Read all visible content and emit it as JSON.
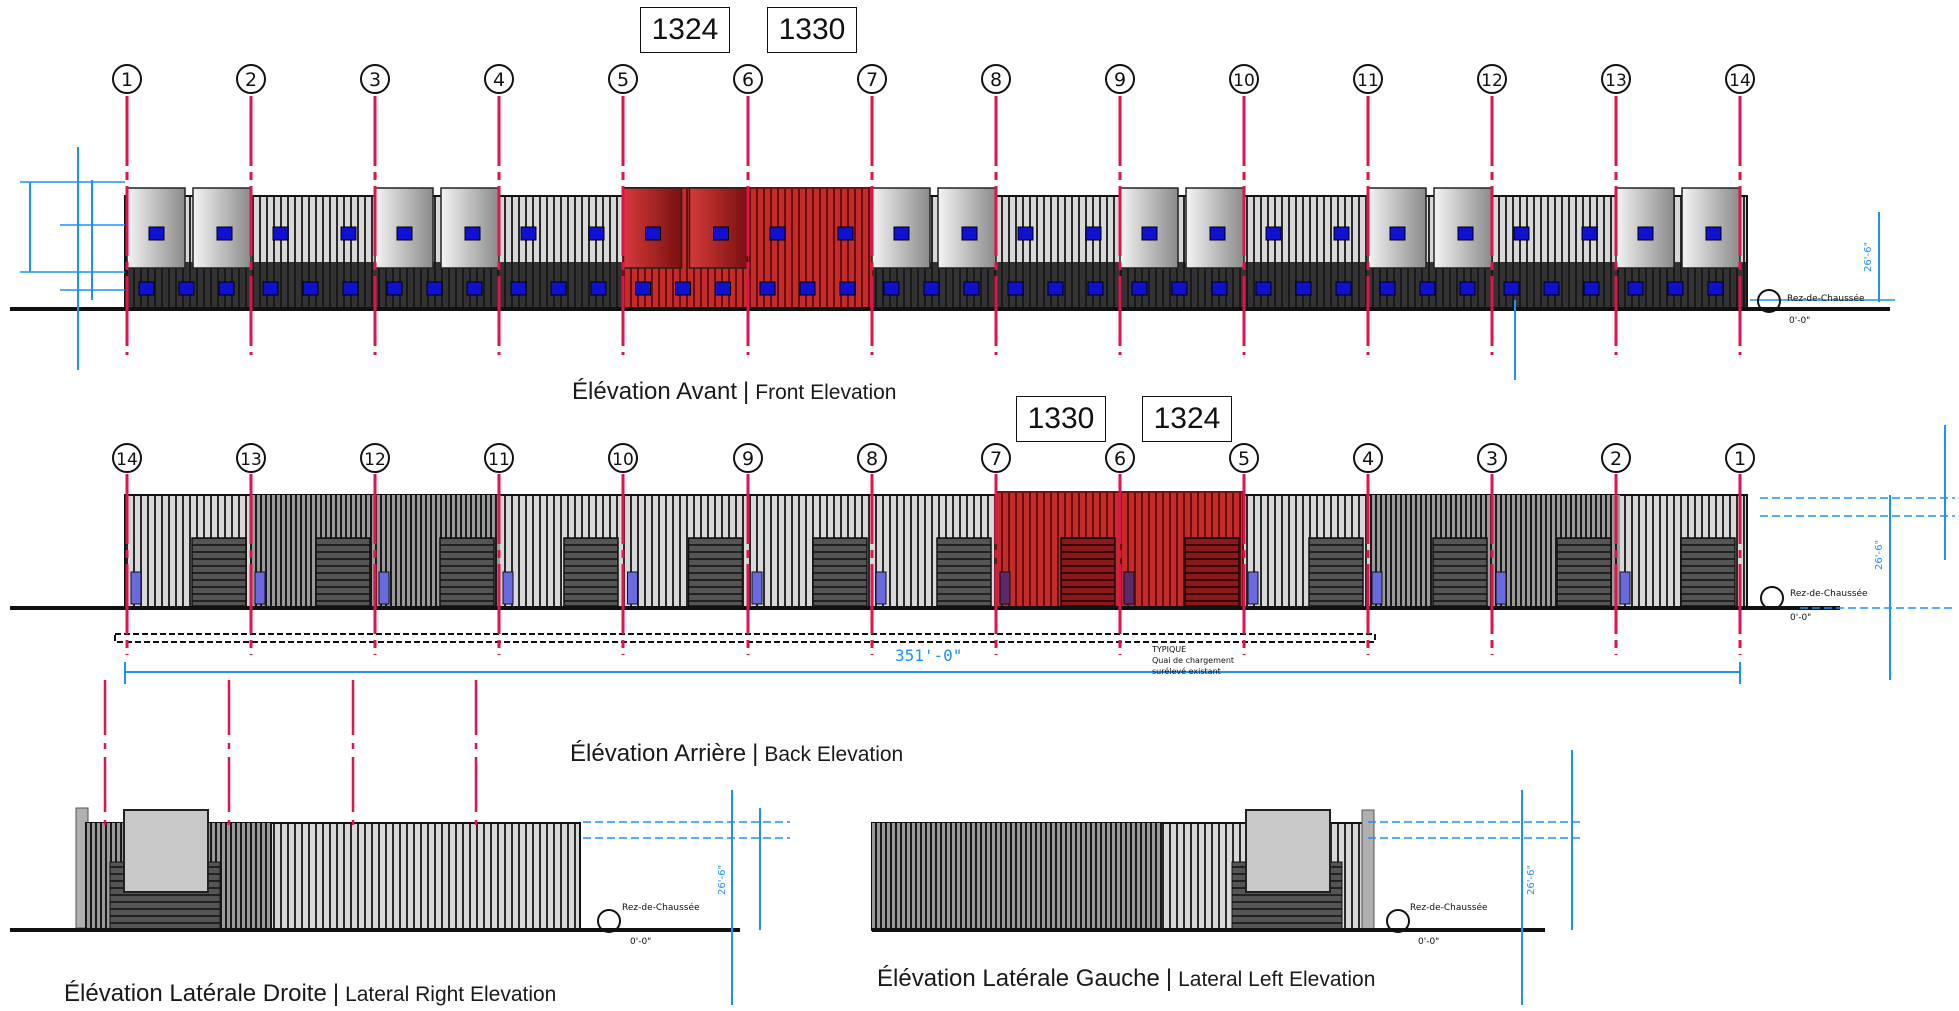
{
  "colors": {
    "grid_line": "#e0144a",
    "dimension": "#1e90ff",
    "highlight_unit": "#b31b1b",
    "window": "#1010d0",
    "outline": "#111111"
  },
  "front": {
    "caption_fr": "Élévation Avant",
    "caption_sep": "|",
    "caption_en": "Front Elevation",
    "unit_tags": [
      "1324",
      "1330"
    ],
    "grid_labels": [
      "1",
      "2",
      "3",
      "4",
      "5",
      "6",
      "7",
      "8",
      "9",
      "10",
      "11",
      "12",
      "13",
      "14"
    ],
    "dim_height": "26'-6\"",
    "ground_note": "Rez-de-Chaussée",
    "ground_elev": "0'-0\""
  },
  "back": {
    "caption_fr": "Élévation Arrière",
    "caption_sep": "|",
    "caption_en": "Back Elevation",
    "unit_tags": [
      "1330",
      "1324"
    ],
    "grid_labels": [
      "14",
      "13",
      "12",
      "11",
      "10",
      "9",
      "8",
      "7",
      "6",
      "5",
      "4",
      "3",
      "2",
      "1"
    ],
    "overall_dim": "351'-0\"",
    "typical_note": [
      "TYPIQUE",
      "Quai de chargement",
      "surélevé existant"
    ],
    "dim_height": "26'-6\"",
    "ground_note": "Rez-de-Chaussée",
    "ground_elev": "0'-0\""
  },
  "lateral_right": {
    "caption_fr": "Élévation Latérale Droite",
    "caption_sep": "|",
    "caption_en": "Lateral Right Elevation",
    "dim_height": "26'-6\"",
    "ground_note": "Rez-de-Chaussée",
    "ground_elev": "0'-0\""
  },
  "lateral_left": {
    "caption_fr": "Élévation Latérale Gauche",
    "caption_sep": "|",
    "caption_en": "Lateral Left Elevation",
    "dim_height": "26'-6\"",
    "ground_note": "Rez-de-Chaussée",
    "ground_elev": "0'-0\""
  }
}
